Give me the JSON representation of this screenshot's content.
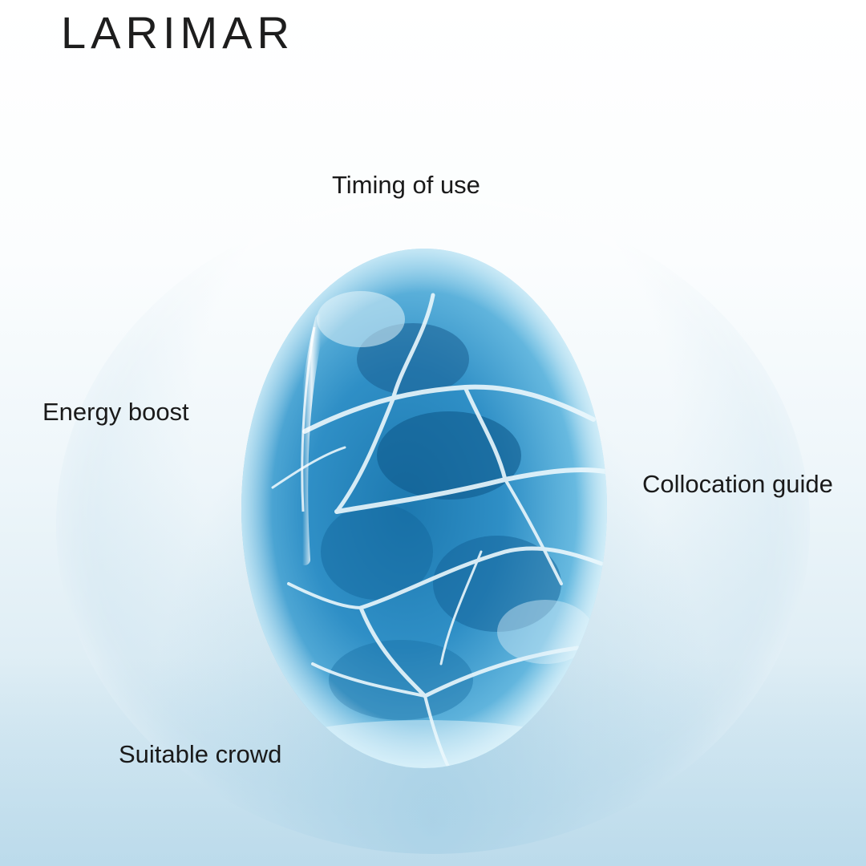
{
  "title": "LARIMAR",
  "labels": {
    "timing": "Timing of use",
    "energy": "Energy boost",
    "collocation": "Collocation guide",
    "crowd": "Suitable crowd"
  },
  "image": {
    "subject": "larimar-cabochon-stone",
    "colors": {
      "stone_light": "#bfe6f5",
      "stone_mid": "#4aa6d6",
      "stone_dark": "#0f5f93",
      "veins": "#eaf7fc"
    }
  }
}
